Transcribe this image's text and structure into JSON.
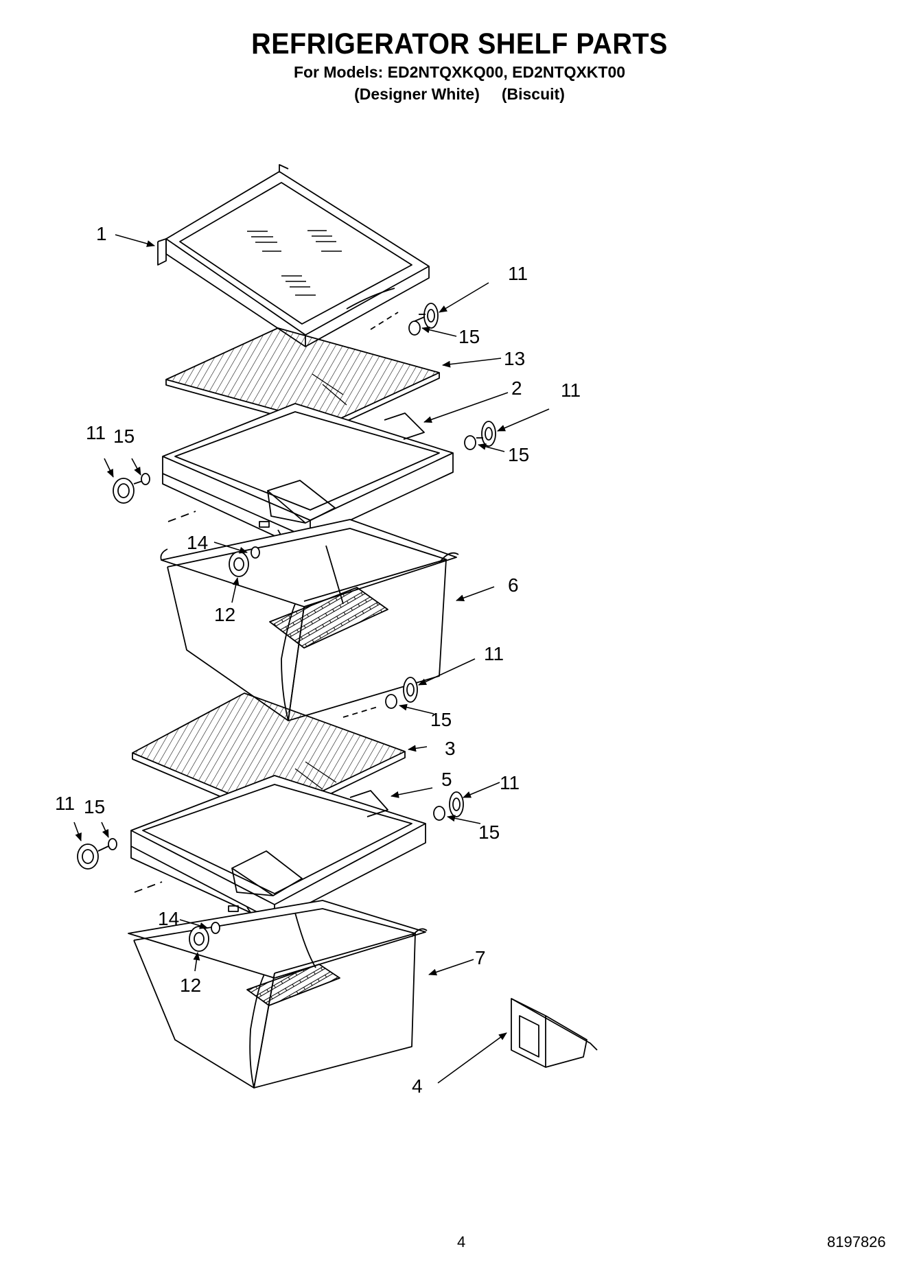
{
  "header": {
    "title": "REFRIGERATOR SHELF PARTS",
    "models_line": "For Models: ED2NTQXKQ00, ED2NTQXKT00",
    "variant_1": "(Designer White)",
    "variant_2": "(Biscuit)"
  },
  "callouts": {
    "c1": "1",
    "c11a": "11",
    "c15a": "15",
    "c13": "13",
    "c2": "2",
    "c11b": "11",
    "c15b": "15",
    "c11c": "11",
    "c15c": "15",
    "c14a": "14",
    "c12a": "12",
    "c6": "6",
    "c11d": "11",
    "c15d": "15",
    "c3": "3",
    "c5": "5",
    "c11e": "11",
    "c15e": "15",
    "c11f": "11",
    "c15f": "15",
    "c14b": "14",
    "c12b": "12",
    "c7": "7",
    "c4": "4"
  },
  "footer": {
    "page_number": "4",
    "doc_number": "8197826"
  }
}
